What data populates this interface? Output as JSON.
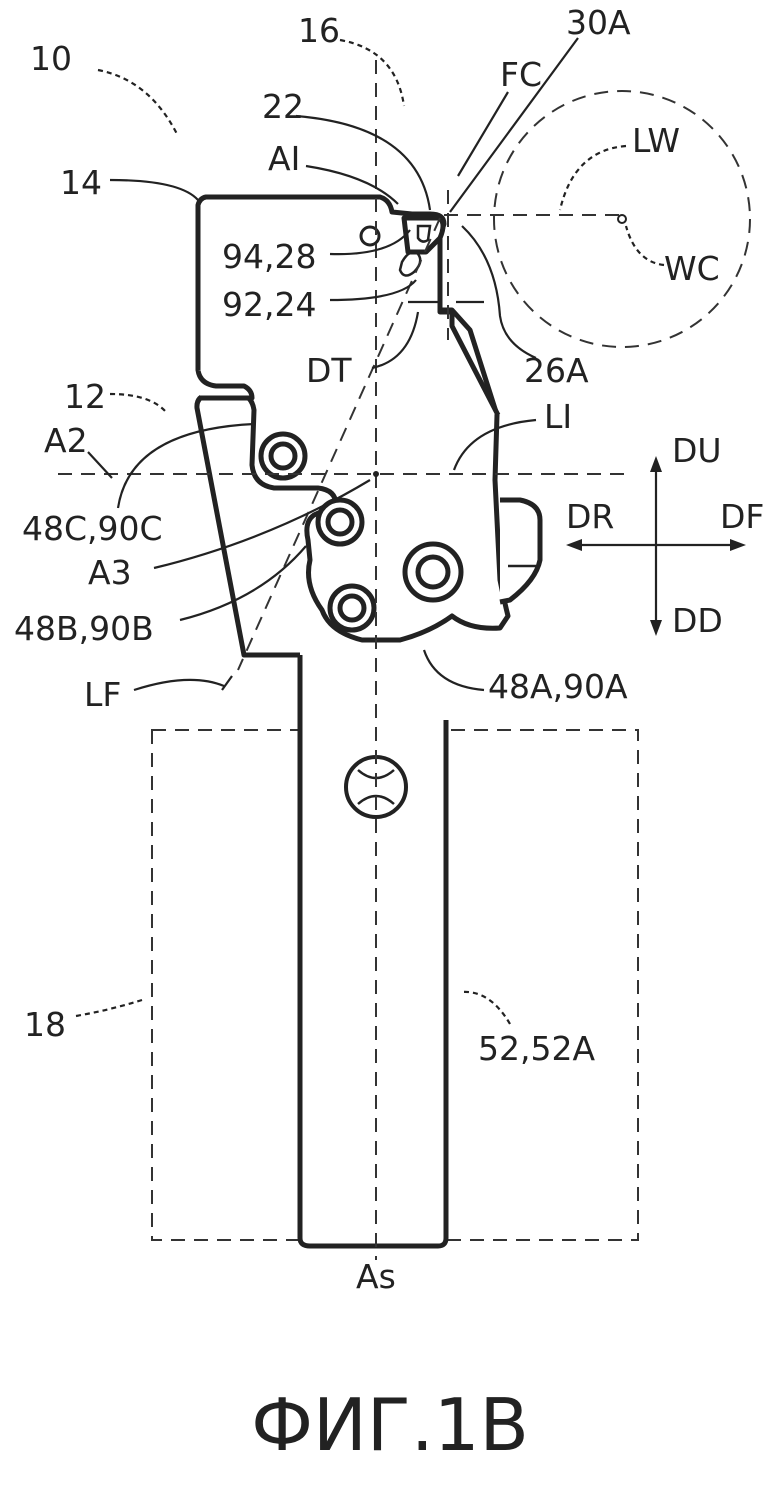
{
  "labels": {
    "l10": "10",
    "l16": "16",
    "l30a": "30A",
    "lfc": "FC",
    "l22": "22",
    "lai": "AI",
    "llw": "LW",
    "l14": "14",
    "l9428": "94,28",
    "lwc": "WC",
    "l9224": "92,24",
    "ldt": "DT",
    "l26a": "26A",
    "l12": "12",
    "lli": "LI",
    "la2": "A2",
    "ldu": "DU",
    "l48c": "48C,90C",
    "ldr": "DR",
    "ldf": "DF",
    "la3": "A3",
    "l48b": "48B,90B",
    "ldd": "DD",
    "l48a": "48A,90A",
    "llf": "LF",
    "l18": "18",
    "l52": "52,52A",
    "las": "As"
  },
  "caption": "ФИГ.1В"
}
